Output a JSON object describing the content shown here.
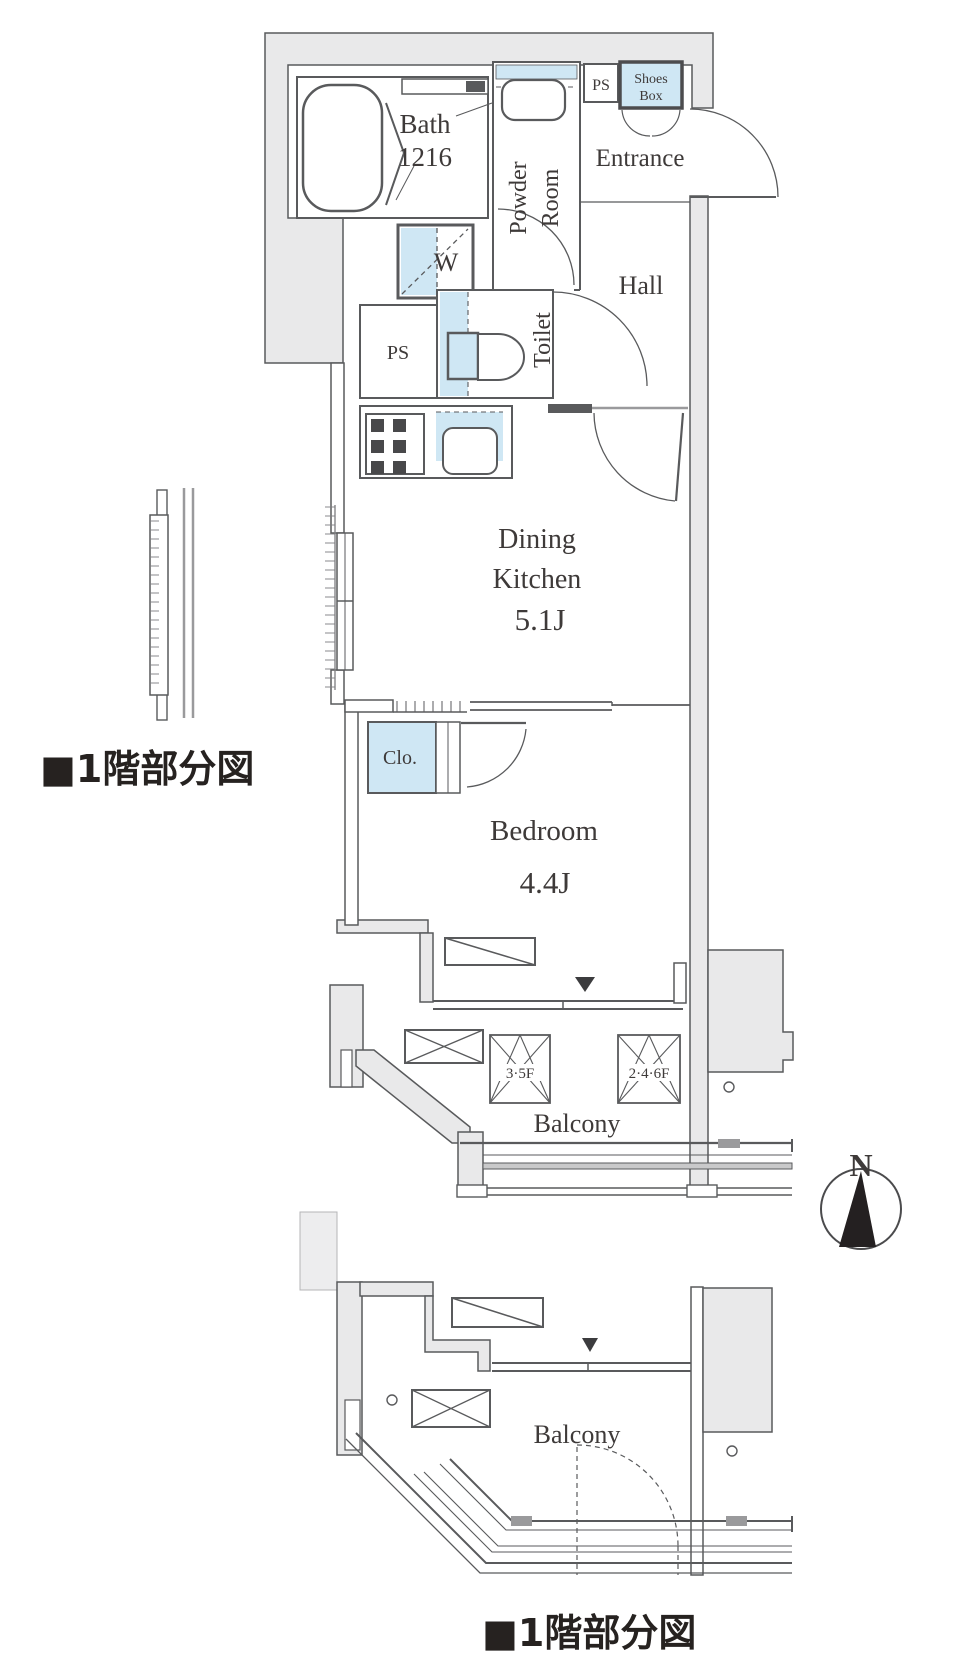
{
  "colors": {
    "wall_line": "#595a5c",
    "wall_fill": "#e9e9ea",
    "fixture_blue": "#cfe7f4",
    "rail_gray": "#9a9a9c",
    "text_dark": "#3e3a39",
    "caption_black": "#262220"
  },
  "plan": {
    "rooms": {
      "bath": {
        "name": "Bath",
        "size": "1216"
      },
      "powder_room": {
        "name_line1": "Powder",
        "name_line2": "Room"
      },
      "ps_upper": {
        "name": "PS"
      },
      "shoes_box": {
        "name_line1": "Shoes",
        "name_line2": "Box"
      },
      "entrance": {
        "name": "Entrance"
      },
      "hall": {
        "name": "Hall"
      },
      "washer": {
        "name": "W"
      },
      "ps_lower": {
        "name": "PS"
      },
      "toilet": {
        "name": "Toilet"
      },
      "dining_kitchen": {
        "name_line1": "Dining",
        "name_line2": "Kitchen",
        "size": "5.1J"
      },
      "closet": {
        "name": "Clo."
      },
      "bedroom": {
        "name": "Bedroom",
        "size": "4.4J"
      },
      "balcony": {
        "name": "Balcony"
      }
    },
    "balcony_partitions": {
      "left": "3·5F",
      "right": "2·4·6F"
    },
    "compass": {
      "north": "N"
    },
    "captions": {
      "left": "■1階部分図",
      "bottom": "■1階部分図"
    },
    "detail": {
      "balcony": "Balcony"
    }
  }
}
